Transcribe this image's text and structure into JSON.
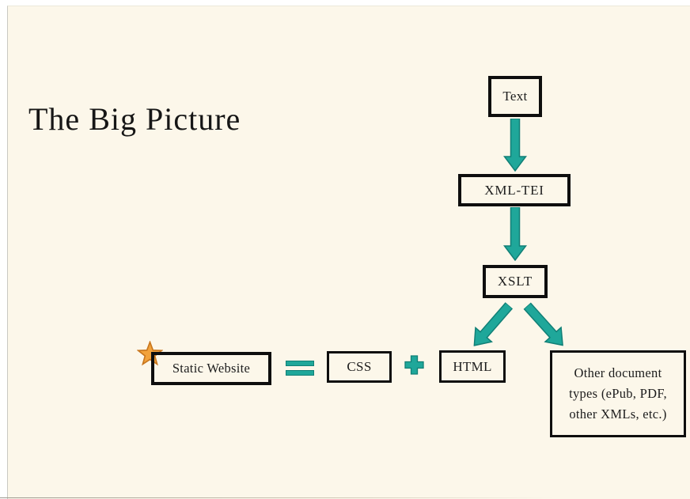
{
  "slide": {
    "title": "The Big Picture",
    "background_color": "#FCF7EA"
  },
  "colors": {
    "accent_teal": "#1FA79A",
    "accent_teal_dark": "#117F76",
    "box_border": "#0E0E0E",
    "star_fill": "#F2A23B",
    "star_outline": "#C8761D",
    "text": "#1D1D1D"
  },
  "nodes": {
    "text": {
      "label": "Text"
    },
    "xml_tei": {
      "label": "XML-TEI"
    },
    "xslt": {
      "label": "XSLT"
    },
    "static_website": {
      "label": "Static Website"
    },
    "css": {
      "label": "CSS"
    },
    "html": {
      "label": "HTML"
    },
    "other": {
      "label": "Other document types (ePub, PDF, other XMLs, etc.)",
      "lines": [
        "Other document",
        "types (ePub, PDF,",
        "other XMLs, etc.)"
      ]
    }
  },
  "icons": {
    "down_arrow": "teal-arrow",
    "equals": "teal-equals-sign",
    "plus": "teal-plus-sign",
    "star": "orange-star"
  },
  "relations": [
    "Text -> XML-TEI",
    "XML-TEI -> XSLT",
    "XSLT -> HTML",
    "XSLT -> Other document types",
    "Static Website = CSS + HTML"
  ]
}
